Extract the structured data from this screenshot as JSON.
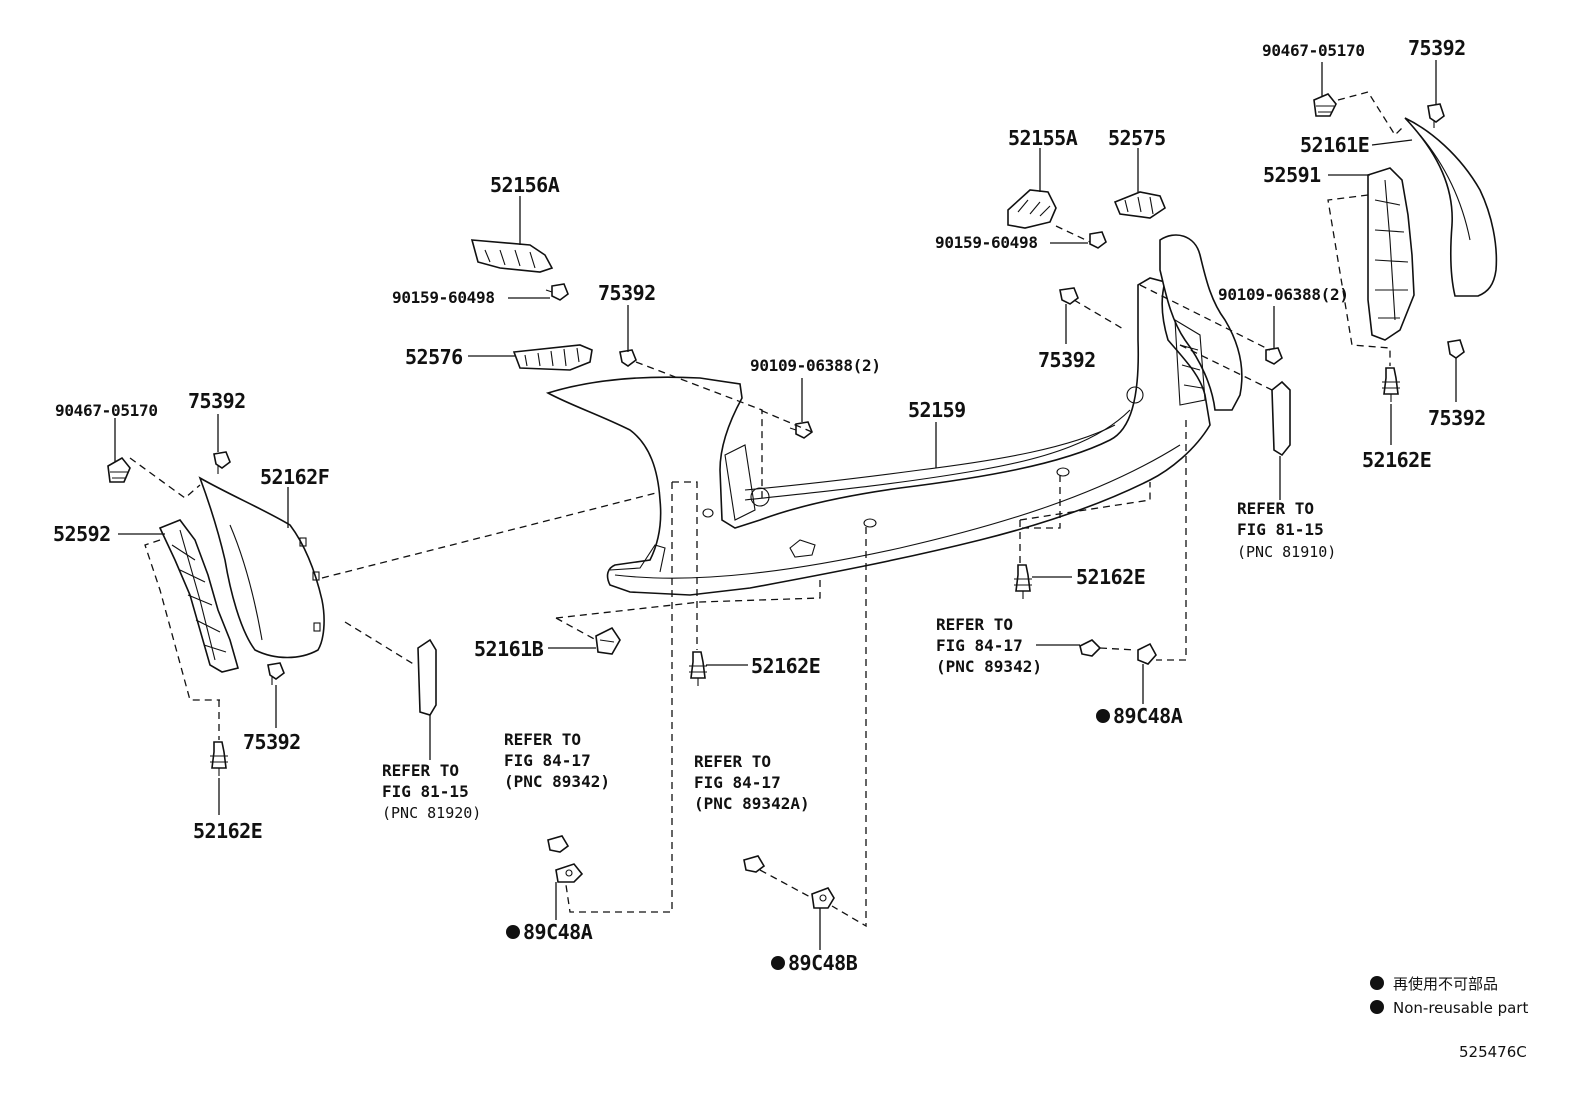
{
  "labels": {
    "p90467_left": "90467-05170",
    "p75392_left_top": "75392",
    "p52162F": "52162F",
    "p52592": "52592",
    "p75392_left_bottom": "75392",
    "p52162E_left": "52162E",
    "p52156A": "52156A",
    "p90159_left": "90159-60498",
    "p75392_mid": "75392",
    "p52576": "52576",
    "p90109_left": "90109-06388(2)",
    "p52159": "52159",
    "p52155A": "52155A",
    "p52575": "52575",
    "p90159_right": "90159-60498",
    "p75392_center": "75392",
    "p90109_right": "90109-06388(2)",
    "p90467_right": "90467-05170",
    "p75392_right_top": "75392",
    "p52161E": "52161E",
    "p52591": "52591",
    "p75392_right_bottom": "75392",
    "p52162E_right": "52162E",
    "p52162E_center": "52162E",
    "p52162E_mid": "52162E",
    "p52161B": "52161B",
    "p89C48A_right": "89C48A",
    "p89C48A_left": "89C48A",
    "p89C48B": "89C48B"
  },
  "refs": {
    "ref_81910": {
      "line1": "REFER TO",
      "line2": "FIG 81-15",
      "line3": "(PNC 81910)"
    },
    "ref_89342_right": {
      "line1": "REFER TO",
      "line2": "FIG 84-17",
      "line3": "(PNC 89342)"
    },
    "ref_81920": {
      "line1": "REFER TO",
      "line2": "FIG 81-15",
      "line3": "(PNC 81920)"
    },
    "ref_89342_left": {
      "line1": "REFER TO",
      "line2": "FIG 84-17",
      "line3": "(PNC 89342)"
    },
    "ref_89342A": {
      "line1": "REFER TO",
      "line2": "FIG 84-17",
      "line3": "(PNC 89342A)"
    }
  },
  "legend": {
    "japanese": "再使用不可部品",
    "english": "Non-reusable part"
  },
  "diagram_id": "525476C"
}
